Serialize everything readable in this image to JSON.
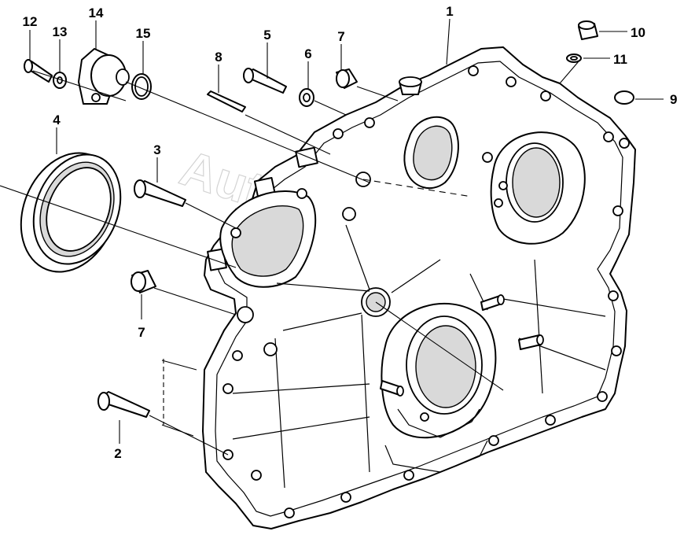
{
  "watermark": "AutoSoft.ru",
  "callouts": [
    {
      "id": "c1",
      "label": "1"
    },
    {
      "id": "c2",
      "label": "2"
    },
    {
      "id": "c3",
      "label": "3"
    },
    {
      "id": "c4",
      "label": "4"
    },
    {
      "id": "c5",
      "label": "5"
    },
    {
      "id": "c6",
      "label": "6"
    },
    {
      "id": "c7a",
      "label": "7"
    },
    {
      "id": "c7b",
      "label": "7"
    },
    {
      "id": "c8",
      "label": "8"
    },
    {
      "id": "c9",
      "label": "9"
    },
    {
      "id": "c10",
      "label": "10"
    },
    {
      "id": "c11",
      "label": "11"
    },
    {
      "id": "c12",
      "label": "12"
    },
    {
      "id": "c13",
      "label": "13"
    },
    {
      "id": "c14",
      "label": "14"
    },
    {
      "id": "c15",
      "label": "15"
    }
  ]
}
